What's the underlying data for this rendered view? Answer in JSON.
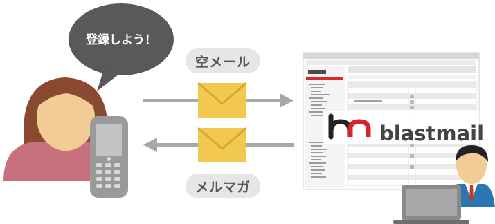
{
  "speech_bubble": {
    "text": "登録しよう！"
  },
  "labels": {
    "empty_mail": "空メール",
    "newsletter": "メルマガ"
  },
  "brand": {
    "name": "blastmail",
    "accent": "#d9222a"
  },
  "colors": {
    "envelope": "#f1c94e",
    "envelope_flap": "#d9a928",
    "arrow": "#a8a8a8",
    "skin": "#f1cc95",
    "hair": "#8a4a31",
    "shirt_woman": "#c9707f",
    "phone": "#9a9a9a",
    "suit": "#2b77b0"
  },
  "icons": [
    "woman-user-icon",
    "flip-phone-icon",
    "envelope-icon",
    "businessman-icon",
    "laptop-icon"
  ]
}
